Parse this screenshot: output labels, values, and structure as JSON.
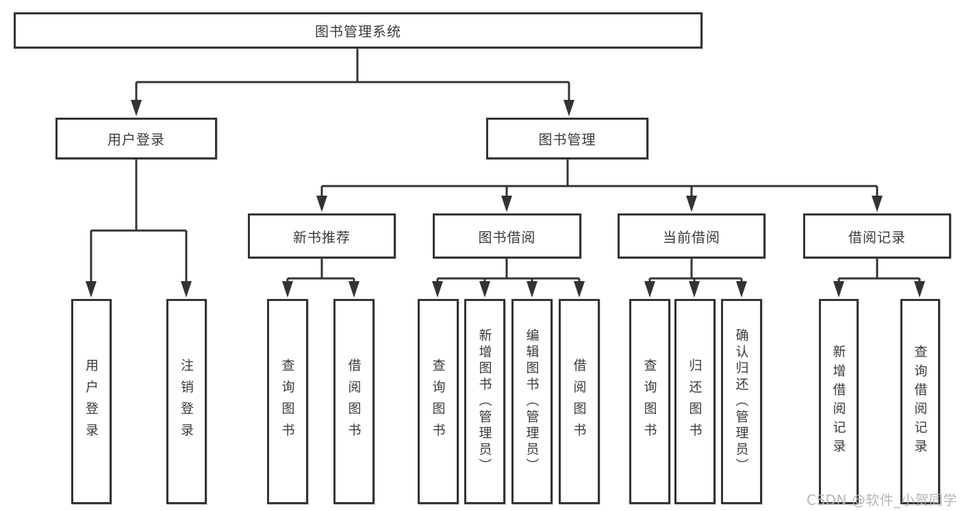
{
  "tree": {
    "root": {
      "label": "图书管理系统",
      "children": [
        {
          "label": "用户登录",
          "children": [
            {
              "label": "用户登录"
            },
            {
              "label": "注销登录"
            }
          ]
        },
        {
          "label": "图书管理",
          "children": [
            {
              "label": "新书推荐",
              "children": [
                {
                  "label": "查询图书"
                },
                {
                  "label": "借阅图书"
                }
              ]
            },
            {
              "label": "图书借阅",
              "children": [
                {
                  "label": "查询图书"
                },
                {
                  "label": "新增图书（管理员）"
                },
                {
                  "label": "编辑图书（管理员）"
                },
                {
                  "label": "借阅图书"
                }
              ]
            },
            {
              "label": "当前借阅",
              "children": [
                {
                  "label": "查询图书"
                },
                {
                  "label": "归还图书"
                },
                {
                  "label": "确认归还（管理员）"
                }
              ]
            },
            {
              "label": "借阅记录",
              "children": [
                {
                  "label": "新增借阅记录"
                },
                {
                  "label": "查询借阅记录"
                }
              ]
            }
          ]
        }
      ]
    }
  },
  "watermark": {
    "text": "CSDN @软件_小贺同学"
  },
  "colors": {
    "line": "#333333",
    "text": "#3a3a3a",
    "background": "#ffffff",
    "watermark": "#b3b3b3"
  }
}
